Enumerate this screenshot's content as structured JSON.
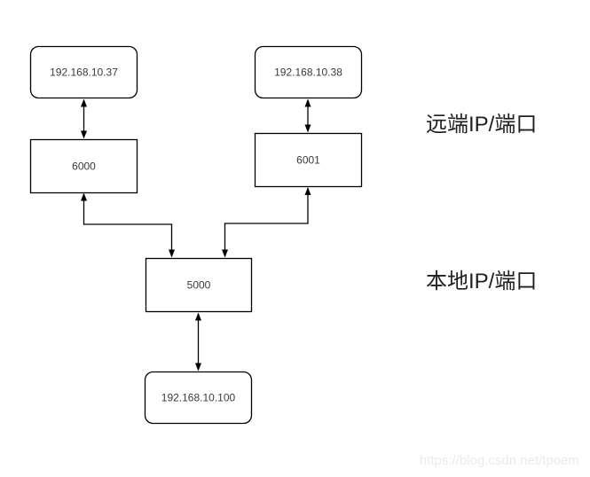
{
  "nodes": {
    "remote_ip_1": {
      "label": "192.168.10.37",
      "shape": "rounded"
    },
    "remote_ip_2": {
      "label": "192.168.10.38",
      "shape": "rounded"
    },
    "remote_port_1": {
      "label": "6000",
      "shape": "rect"
    },
    "remote_port_2": {
      "label": "6001",
      "shape": "rect"
    },
    "local_port": {
      "label": "5000",
      "shape": "rect"
    },
    "local_ip": {
      "label": "192.168.10.100",
      "shape": "rounded"
    }
  },
  "edges": [
    {
      "from": "remote_ip_1",
      "to": "remote_port_1",
      "type": "double-arrow"
    },
    {
      "from": "remote_ip_2",
      "to": "remote_port_2",
      "type": "double-arrow"
    },
    {
      "from": "remote_port_1",
      "to": "local_port",
      "type": "double-arrow-elbow"
    },
    {
      "from": "remote_port_2",
      "to": "local_port",
      "type": "double-arrow-elbow"
    },
    {
      "from": "local_port",
      "to": "local_ip",
      "type": "double-arrow"
    }
  ],
  "annotations": {
    "remote": "远端IP/端口",
    "local": "本地IP/端口"
  },
  "watermark": "https://blog.csdn.net/tpoem",
  "colors": {
    "background": "#ffffff",
    "node_border": "#000000",
    "node_text": "#3a3a3a",
    "connector": "#000000",
    "annotation_text": "#1f1f1f",
    "watermark_text": "#ebebeb"
  }
}
